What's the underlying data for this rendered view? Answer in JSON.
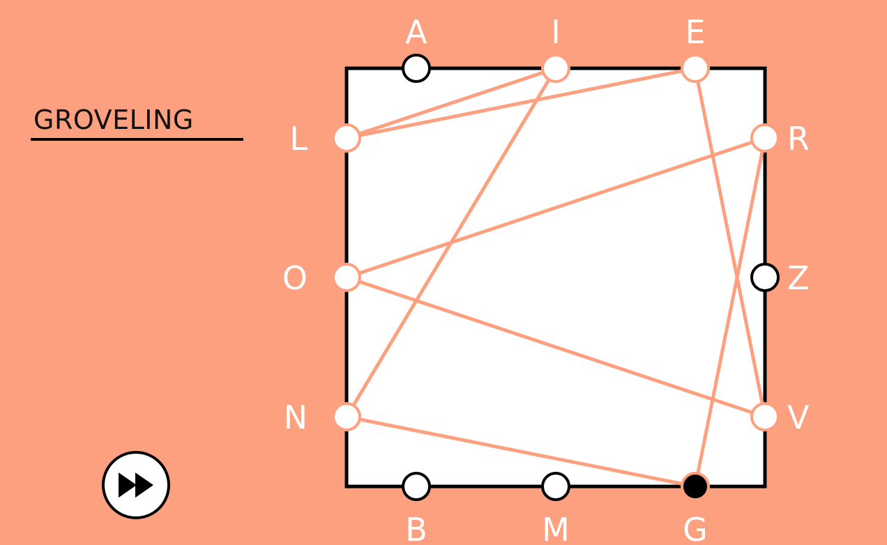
{
  "word": "GROVELING",
  "colors": {
    "background": "#fca07f",
    "path": "#fca07f",
    "square_fill": "#ffffff",
    "square_stroke": "#000000",
    "current_letter": "#000000"
  },
  "letters": {
    "top": [
      "A",
      "I",
      "E"
    ],
    "right": [
      "R",
      "Z",
      "V"
    ],
    "bottom": [
      "B",
      "M",
      "G"
    ],
    "left": [
      "L",
      "O",
      "N"
    ]
  },
  "used_letters": [
    "G",
    "R",
    "O",
    "V",
    "E",
    "L",
    "I",
    "N"
  ],
  "current_letter": "G",
  "path": [
    "G",
    "R",
    "O",
    "V",
    "E",
    "L",
    "I",
    "N",
    "G"
  ],
  "controls": {
    "skip_icon": "fast-forward-icon"
  }
}
